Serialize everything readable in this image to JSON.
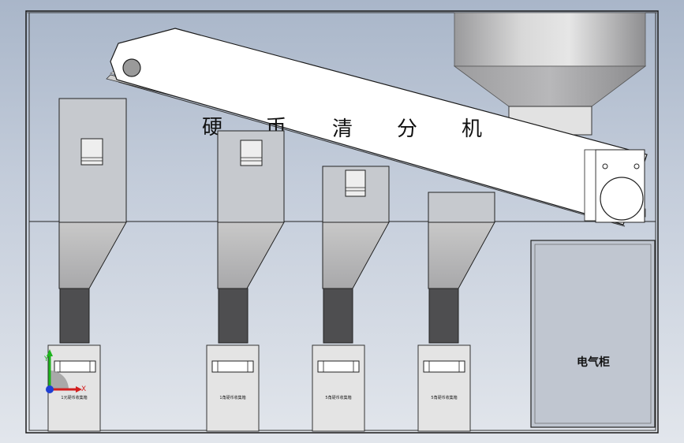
{
  "machine_title_chars": [
    "硬",
    "币",
    "清",
    "分",
    "机"
  ],
  "cabinet_label": "电气柜",
  "collector_labels": [
    "1元硬币收集箱",
    "1角硬币收集箱",
    "5角硬币收集箱",
    "5角硬币收集箱"
  ],
  "axis": {
    "x_label": "X",
    "y_label": "Y"
  },
  "colors": {
    "bin_dark": "#4e4e50",
    "hopper": "#bcbcbc",
    "line": "#1a1a1a"
  }
}
